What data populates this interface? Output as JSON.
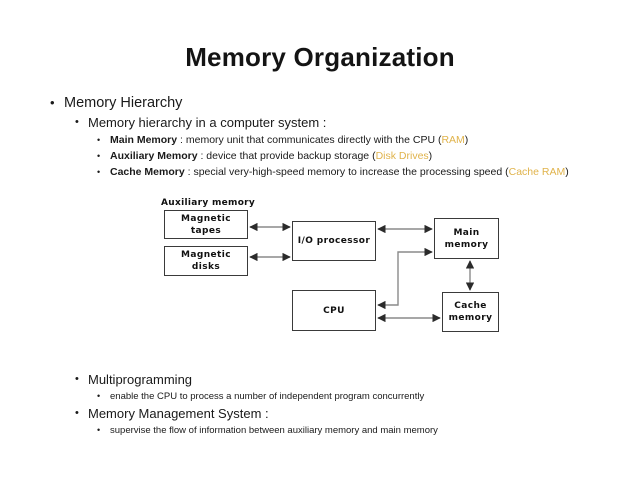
{
  "slide": {
    "title": "Memory Organization"
  },
  "bullets_top": [
    {
      "level": 1,
      "marker": "•",
      "runs": [
        {
          "text": "Memory Hierarchy",
          "style": "plain"
        }
      ]
    },
    {
      "level": 2,
      "marker": "•",
      "runs": [
        {
          "text": "Memory hierarchy in a computer system :",
          "style": "plain"
        }
      ]
    },
    {
      "level": 3,
      "marker": "•",
      "runs": [
        {
          "text": "Main Memory",
          "style": "bold"
        },
        {
          "text": " : memory unit that communicates directly with the CPU (",
          "style": "plain"
        },
        {
          "text": "RAM",
          "style": "accent"
        },
        {
          "text": ")",
          "style": "plain"
        }
      ]
    },
    {
      "level": 3,
      "marker": "•",
      "runs": [
        {
          "text": "Auxiliary Memory",
          "style": "bold"
        },
        {
          "text": " : device that provide backup storage (",
          "style": "plain"
        },
        {
          "text": "Disk Drives",
          "style": "accent"
        },
        {
          "text": ")",
          "style": "plain"
        }
      ]
    },
    {
      "level": 3,
      "marker": "•",
      "runs": [
        {
          "text": "Cache Memory",
          "style": "bold"
        },
        {
          "text": " : special very-high-speed memory to increase the processing speed (",
          "style": "plain"
        },
        {
          "text": "Cache RAM",
          "style": "accent"
        },
        {
          "text": ")",
          "style": "plain"
        }
      ]
    }
  ],
  "bullets_bottom": [
    {
      "level": 2,
      "marker": "•",
      "runs": [
        {
          "text": "Multiprogramming",
          "style": "plain"
        }
      ]
    },
    {
      "level": 4,
      "marker": "•",
      "runs": [
        {
          "text": "enable the CPU to process a number of independent program concurrently",
          "style": "plain"
        }
      ]
    },
    {
      "level": 2,
      "marker": "•",
      "runs": [
        {
          "text": "Memory Management System :",
          "style": "plain"
        }
      ]
    },
    {
      "level": 4,
      "marker": "•",
      "runs": [
        {
          "text": "supervise the flow of information between auxiliary memory and main memory",
          "style": "plain"
        }
      ]
    }
  ],
  "diagram": {
    "group_label": "Auxiliary memory",
    "boxes": {
      "magnetic_tapes": "Magnetic\ntapes",
      "magnetic_disks": "Magnetic\ndisks",
      "io_processor": "I/O processor",
      "main_memory": "Main\nmemory",
      "cpu": "CPU",
      "cache_memory": "Cache\nmemory"
    },
    "connections": [
      {
        "from": "magnetic_tapes",
        "to": "io_processor",
        "arrows": "both"
      },
      {
        "from": "magnetic_disks",
        "to": "io_processor",
        "arrows": "both"
      },
      {
        "from": "io_processor",
        "to": "main_memory",
        "arrows": "both"
      },
      {
        "from": "cpu",
        "to": "main_memory",
        "arrows": "to",
        "routing": "elbow"
      },
      {
        "from": "main_memory",
        "to": "cache_memory",
        "arrows": "both"
      },
      {
        "from": "cpu",
        "to": "cache_memory",
        "arrows": "both"
      }
    ]
  },
  "colors": {
    "accent": "#e0b34b",
    "text": "#1a1a1a",
    "line": "#3a3a3a",
    "background": "#ffffff"
  }
}
